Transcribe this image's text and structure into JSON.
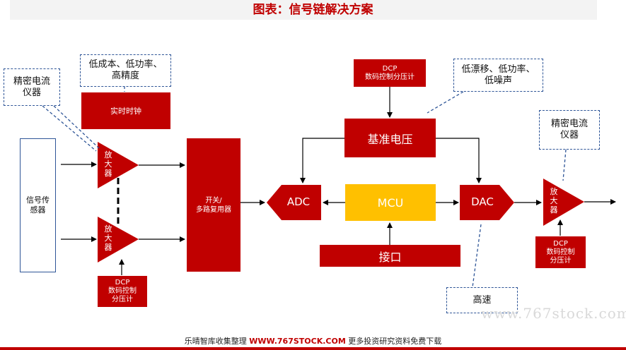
{
  "title": "图表：信号链解决方案",
  "blocks": {
    "realtime_clock": "实时时钟",
    "reference_voltage": "基准电压",
    "mux": "开关/\n多路复用器",
    "adc": "ADC",
    "mcu": "MCU",
    "dac": "DAC",
    "interface": "接口",
    "sensor": "信号传\n感器",
    "amp_label": "放\n大\n器",
    "dcp_top": "DCP\n数码控制分压计",
    "dcp_left": "DCP\n数码控制\n分压计",
    "dcp_right": "DCP\n数码控制\n分压计"
  },
  "callouts": {
    "precision_left": "精密电流\n仪器",
    "low_cost": "低成本、低功率、\n高精度",
    "low_drift": "低漂移、低功率、\n低噪声",
    "precision_right": "精密电流\n仪器",
    "high_speed": "高速"
  },
  "colors": {
    "accent_red": "#c00000",
    "mcu_yellow": "#ffc000",
    "callout_border": "#2e5597"
  },
  "footer": {
    "prefix": "乐晴智库收集整理 ",
    "url": "WWW.767STOCK.COM",
    "suffix": " 更多投资研究资料免费下载"
  },
  "watermark": "www.767stock.com"
}
